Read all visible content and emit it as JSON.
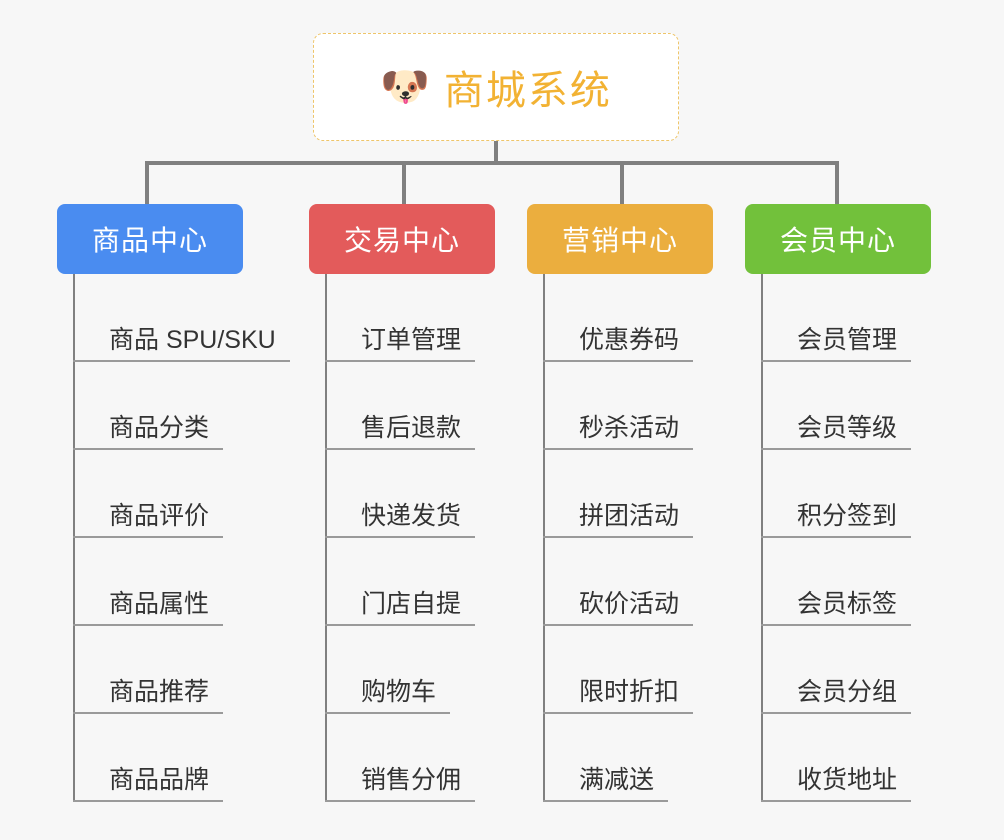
{
  "diagram": {
    "type": "mindmap",
    "background_color": "#f7f7f7",
    "root": {
      "icon": "dog-face-icon",
      "icon_glyph": "🐶",
      "title": "商城系统",
      "text_color": "#f2b233",
      "border_color": "#eec56a",
      "background_color": "#ffffff"
    },
    "connector_color": "#808080",
    "leaf_text_color": "#333333",
    "leaf_underline_color": "#9a9a9a",
    "branches": [
      {
        "label": "商品中心",
        "color": "#4a8cf0",
        "items": [
          "商品 SPU/SKU",
          "商品分类",
          "商品评价",
          "商品属性",
          "商品推荐",
          "商品品牌"
        ]
      },
      {
        "label": "交易中心",
        "color": "#e35b5b",
        "items": [
          "订单管理",
          "售后退款",
          "快递发货",
          "门店自提",
          "购物车",
          "销售分佣"
        ]
      },
      {
        "label": "营销中心",
        "color": "#ebae3e",
        "items": [
          "优惠券码",
          "秒杀活动",
          "拼团活动",
          "砍价活动",
          "限时折扣",
          "满减送"
        ]
      },
      {
        "label": "会员中心",
        "color": "#72c13b",
        "items": [
          "会员管理",
          "会员等级",
          "积分签到",
          "会员标签",
          "会员分组",
          "收货地址"
        ]
      }
    ]
  }
}
